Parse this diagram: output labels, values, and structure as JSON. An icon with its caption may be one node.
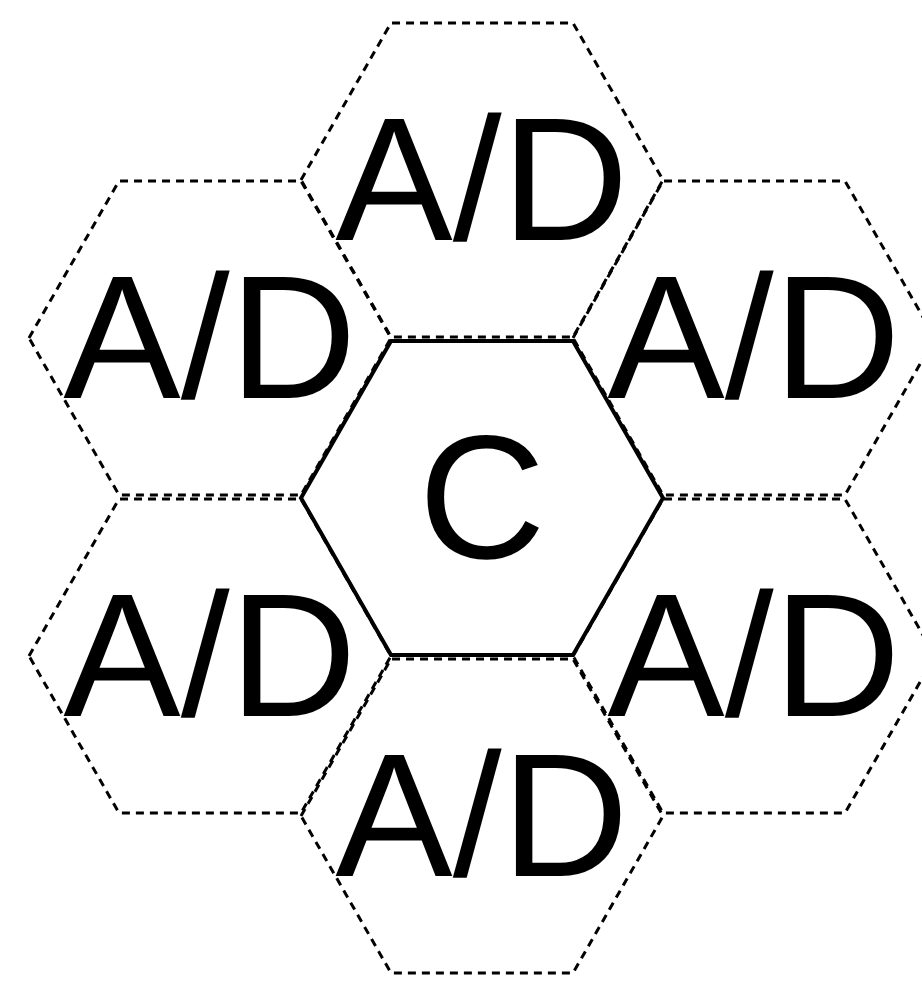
{
  "diagram": {
    "nodes": [
      {
        "text": [
          "A/D"
        ]
      },
      {
        "text": [
          "A/D"
        ]
      },
      {
        "text": [
          "A/D"
        ]
      },
      {
        "text": [
          "C"
        ]
      },
      {
        "text": [
          "A/D"
        ]
      },
      {
        "text": [
          "A/D"
        ]
      },
      {
        "text": [
          "A/D"
        ]
      }
    ]
  }
}
